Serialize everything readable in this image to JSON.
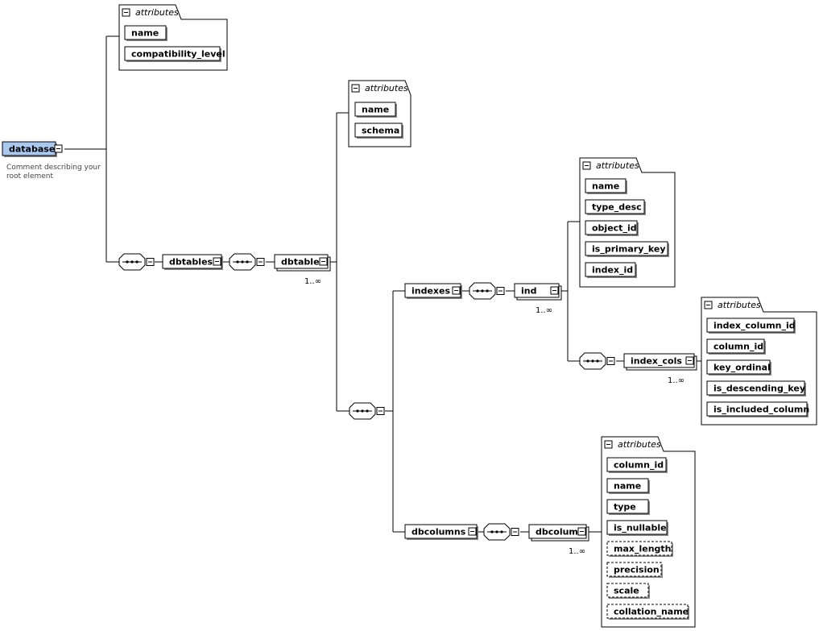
{
  "root": {
    "name": "database",
    "comment_line1": "Comment describing your",
    "comment_line2": "root element"
  },
  "attributes_label": "attributes",
  "db_attributes": [
    "name",
    "compatibility_level"
  ],
  "dbtables": "dbtables",
  "dbtable": "dbtable",
  "dbtable_card": "1..∞",
  "dbtable_attributes": [
    "name",
    "schema"
  ],
  "indexes": "indexes",
  "ind": "ind",
  "ind_card": "1..∞",
  "ind_attributes": [
    "name",
    "type_desc",
    "object_id",
    "is_primary_key",
    "index_id"
  ],
  "index_cols": "index_cols",
  "index_cols_card": "1..∞",
  "index_cols_attributes": [
    "index_column_id",
    "column_id",
    "key_ordinal",
    "is_descending_key",
    "is_included_column"
  ],
  "dbcolumns": "dbcolumns",
  "dbcolumn": "dbcolumn",
  "dbcolumn_card": "1..∞",
  "dbcolumn_attributes": [
    "column_id",
    "name",
    "type",
    "is_nullable",
    "max_length",
    "precision",
    "scale",
    "collation_name"
  ],
  "dbcolumn_optional": [
    "max_length",
    "precision",
    "scale",
    "collation_name"
  ]
}
